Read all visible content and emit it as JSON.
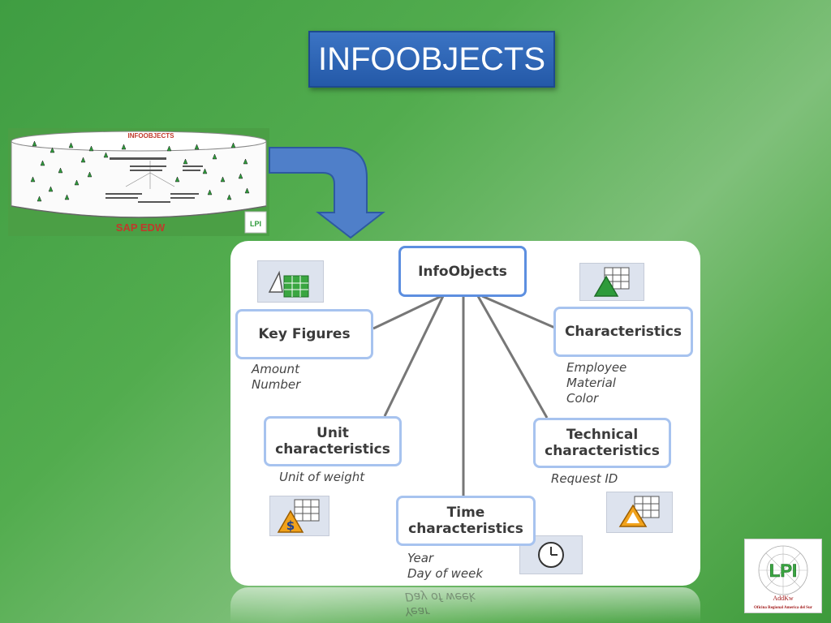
{
  "slide": {
    "title": "INFOOBJECTS"
  },
  "edw_image": {
    "header": "INFOOBJECTS",
    "caption": "SAP EDW"
  },
  "diagram": {
    "center": "InfoObjects",
    "nodes": {
      "key_figures": {
        "label": "Key Figures",
        "examples": "Amount\nNumber"
      },
      "characteristics": {
        "label": "Characteristics",
        "examples": "Employee\nMaterial\nColor"
      },
      "unit": {
        "label": "Unit\ncharacteristics",
        "examples": "Unit of weight"
      },
      "technical": {
        "label": "Technical\ncharacteristics",
        "examples": "Request ID"
      },
      "time": {
        "label": "Time\ncharacteristics",
        "examples": "Year\nDay of week"
      }
    },
    "reflection_text": "Year\nDay of week"
  },
  "logo": {
    "text": "LPI",
    "brand": "AddKw",
    "footer": "Oficina Regional America del Sur"
  },
  "colors": {
    "title_bg": "#2f66b8",
    "arrow": "#4f7fc9",
    "node_border": "#a7c3ef",
    "icon_green": "#2e9b3b",
    "icon_orange": "#f1a21b"
  }
}
